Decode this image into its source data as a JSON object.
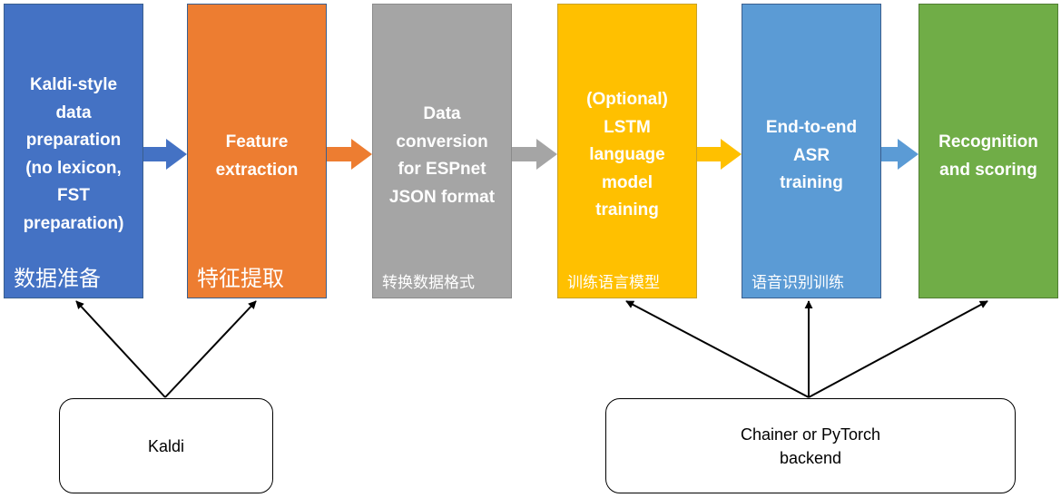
{
  "stages": [
    {
      "title": [
        "Kaldi-style",
        "data",
        "preparation",
        "(no lexicon,",
        "FST",
        "preparation)"
      ],
      "cn": "数据准备",
      "color": "#4472c4"
    },
    {
      "title": [
        "Feature",
        "extraction"
      ],
      "cn": "特征提取",
      "color": "#ed7d31"
    },
    {
      "title": [
        "Data",
        "conversion",
        "for ESPnet",
        "JSON format"
      ],
      "cn": "转换数据格式",
      "color": "#a5a5a5"
    },
    {
      "title": [
        "(Optional)",
        "LSTM",
        "language",
        "model",
        "training"
      ],
      "cn": "训练语言模型",
      "color": "#ffc000"
    },
    {
      "title": [
        "End-to-end",
        "ASR",
        "training"
      ],
      "cn": "语音识别训练",
      "color": "#5b9bd5"
    },
    {
      "title": [
        "Recognition",
        "and scoring"
      ],
      "cn": "",
      "color": "#70ad47"
    }
  ],
  "sources": {
    "kaldi": {
      "lines": [
        "Kaldi"
      ]
    },
    "chainer": {
      "lines": [
        "Chainer or PyTorch",
        "backend"
      ]
    }
  }
}
